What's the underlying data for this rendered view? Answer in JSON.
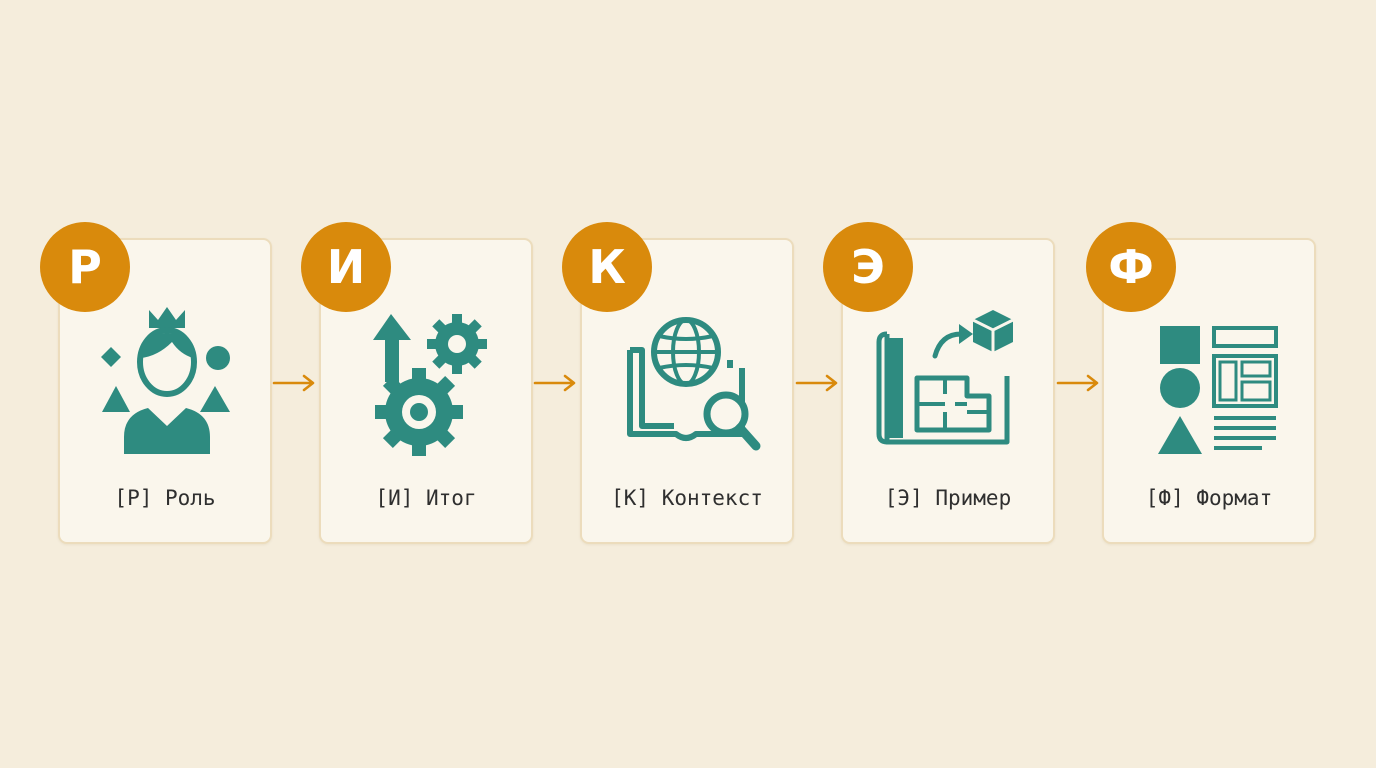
{
  "colors": {
    "background": "#f5eddc",
    "card": "#faf6ec",
    "card_border": "#ecdcbc",
    "badge": "#d98a0c",
    "icon": "#2e8b80",
    "arrow": "#d98a0c"
  },
  "steps": [
    {
      "badge": "Р",
      "label": "[Р] Роль",
      "icon": "crowned-person-icon"
    },
    {
      "badge": "И",
      "label": "[И] Итог",
      "icon": "gears-arrow-icon"
    },
    {
      "badge": "К",
      "label": "[К] Контекст",
      "icon": "globe-book-magnifier-icon"
    },
    {
      "badge": "Э",
      "label": "[Э] Пример",
      "icon": "blueprint-cube-icon"
    },
    {
      "badge": "Ф",
      "label": "[Ф] Формат",
      "icon": "shapes-layout-icon"
    }
  ]
}
